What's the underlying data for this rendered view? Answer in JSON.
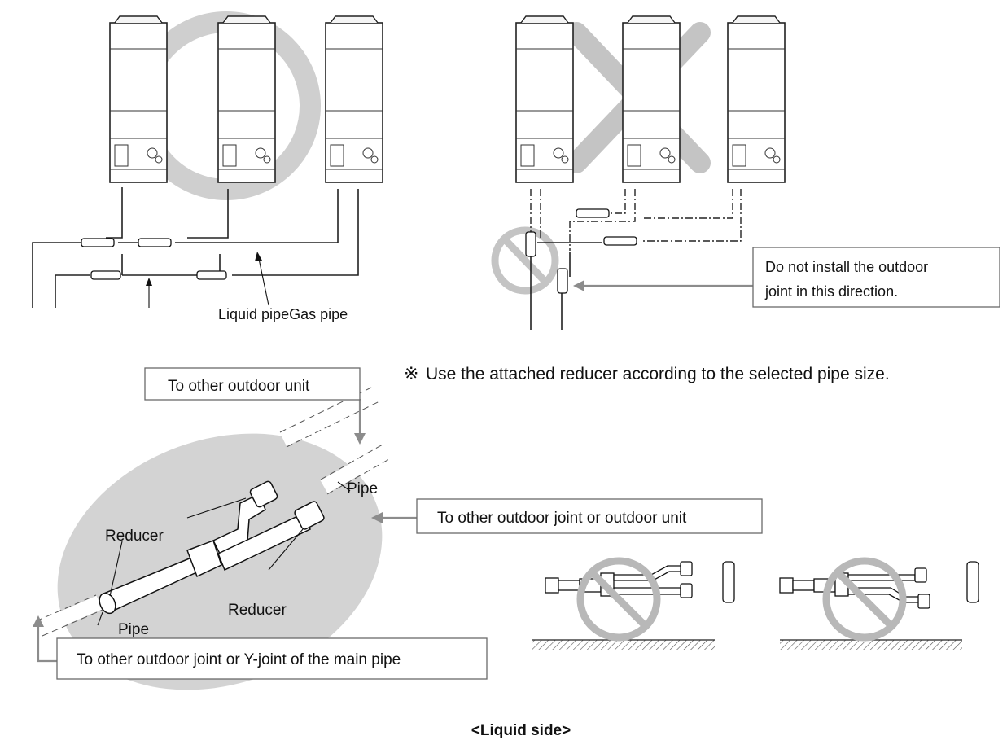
{
  "top_left": {
    "liquid_gas_label": "Liquid pipeGas pipe"
  },
  "top_right": {
    "warning_line1": "Do not install the outdoor",
    "warning_line2": "joint in this direction."
  },
  "note": {
    "symbol": "※",
    "text": "Use the attached reducer according to the selected pipe size."
  },
  "detail": {
    "to_other_outdoor_unit": "To other outdoor unit",
    "to_other_outdoor_joint_or_unit": "To other outdoor joint or outdoor unit",
    "to_other_outdoor_joint_or_yjoint": "To other outdoor joint or Y-joint of the main pipe",
    "reducer_upper": "Reducer",
    "reducer_lower": "Reducer",
    "pipe_upper": "Pipe",
    "pipe_lower": "Pipe"
  },
  "caption": "<Liquid side>",
  "colors": {
    "ok_circle": "#cfcfcf",
    "no_mark": "#c4c4c4",
    "detail_ellipse": "#d3d3d3",
    "gray_arrow": "#8c8c8c"
  }
}
